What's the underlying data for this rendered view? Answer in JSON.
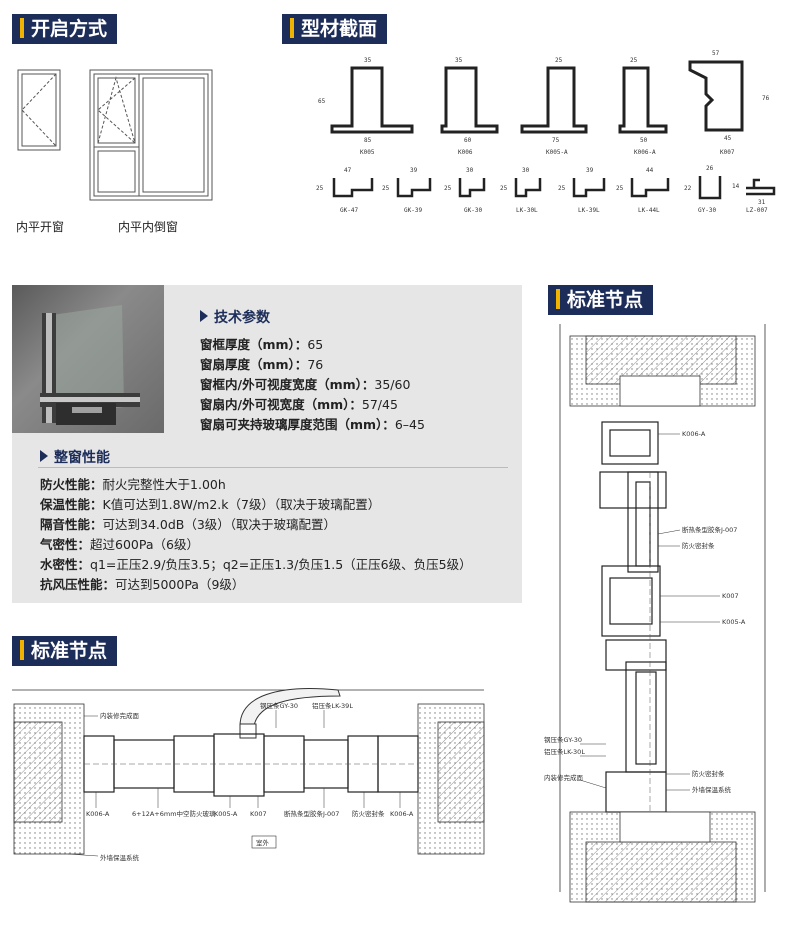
{
  "sections": {
    "opening": "开启方式",
    "profiles": "型材截面",
    "node_right": "标准节点",
    "node_bottom": "标准节点"
  },
  "opening": {
    "window_a": "内平开窗",
    "window_b": "内平内倒窗"
  },
  "profiles": {
    "row1": [
      {
        "name": "K005",
        "top": "35",
        "bottom": "85",
        "side": "65"
      },
      {
        "name": "K006",
        "top": "35",
        "bottom": "60"
      },
      {
        "name": "K005-A",
        "top": "25",
        "bottom": "75"
      },
      {
        "name": "K006-A",
        "top": "25",
        "bottom": "50"
      },
      {
        "name": "K007",
        "top": "57",
        "bottom": "45",
        "side": "76"
      }
    ],
    "row2": [
      {
        "name": "GK-47",
        "top": "47",
        "side": "25"
      },
      {
        "name": "GK-39",
        "top": "39",
        "side": "25"
      },
      {
        "name": "GK-30",
        "top": "30",
        "side": "25"
      },
      {
        "name": "LK-30L",
        "top": "30",
        "side": "25"
      },
      {
        "name": "LK-39L",
        "top": "39",
        "side": "25"
      },
      {
        "name": "LK-44L",
        "top": "44",
        "side": "25"
      },
      {
        "name": "GY-30",
        "top": "26",
        "side": "22"
      },
      {
        "name": "LZ-007",
        "top": "31",
        "side": "14"
      }
    ]
  },
  "tech": {
    "title": "技术参数",
    "lines": [
      {
        "label": "窗框厚度（mm）：",
        "value": "65"
      },
      {
        "label": "窗扇厚度（mm）：",
        "value": "76"
      },
      {
        "label": "窗框内/外可视度宽度（mm）：",
        "value": "35/60"
      },
      {
        "label": "窗扇内/外可视宽度（mm）：",
        "value": "57/45"
      },
      {
        "label": "窗扇可夹持玻璃厚度范围（mm）：",
        "value": "6–45"
      }
    ]
  },
  "perf": {
    "title": "整窗性能",
    "lines": [
      {
        "label": "防火性能：",
        "value": "耐火完整性大于1.00h"
      },
      {
        "label": "保温性能：",
        "value": "K值可达到1.8W/m2.k（7级）（取决于玻璃配置）"
      },
      {
        "label": "隔音性能：",
        "value": "可达到34.0dB（3级）（取决于玻璃配置）"
      },
      {
        "label": "气密性：",
        "value": "超过600Pa（6级）"
      },
      {
        "label": "水密性：",
        "value": "q1=正压2.9/负压3.5；q2=正压1.3/负压1.5（正压6级、负压5级）"
      },
      {
        "label": "抗风压性能：",
        "value": "可达到5000Pa（9级）"
      }
    ]
  },
  "node_right_labels": {
    "k006a": "K006-A",
    "seal": "断热条型胶条J-007",
    "fire": "防火密封条",
    "k007": "K007",
    "k005a": "K005-A",
    "gy30": "钢压条GY-30",
    "lk30l": "铝压条LK-30L",
    "inner_finish": "内装修完成面",
    "fire2": "防火密封条",
    "outer_insul": "外墙保温系统"
  },
  "node_bottom_labels": {
    "inner_finish": "内装修完成面",
    "gy30": "钢压条GY-30",
    "lk39l": "铝压条LK-39L",
    "k006a_l": "K006-A",
    "glass": "6+12A+6mm中空防火玻璃",
    "k005a": "K005-A",
    "k007": "K007",
    "seal": "断热条型胶条J-007",
    "fire": "防火密封条",
    "k006a_r": "K006-A",
    "outside": "室外",
    "outer_insul": "外墙保温系统"
  }
}
